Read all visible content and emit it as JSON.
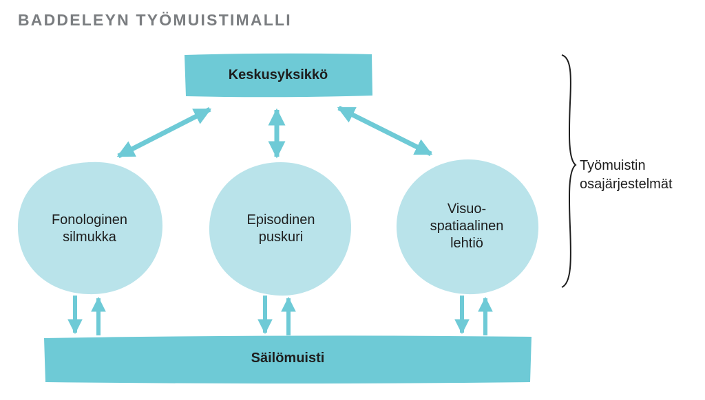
{
  "title": "BADDELEYN TYÖMUISTIMALLI",
  "colors": {
    "box": "#6ecad6",
    "circle": "#b9e3ea",
    "arrow": "#6ecad6",
    "title": "#7a7d80",
    "text": "#1e1e1e"
  },
  "central_executive": {
    "label": "Keskusyksikkö"
  },
  "subsystems": [
    {
      "label": "Fonologinen\nsilmukka"
    },
    {
      "label": "Episodinen\npuskuri"
    },
    {
      "label": "Visuo-\nspatiaalinen\nlehtiö"
    }
  ],
  "long_term_memory": {
    "label": "Säilömuisti"
  },
  "brace_label": "Työmuistin\nosajärjestelmät"
}
